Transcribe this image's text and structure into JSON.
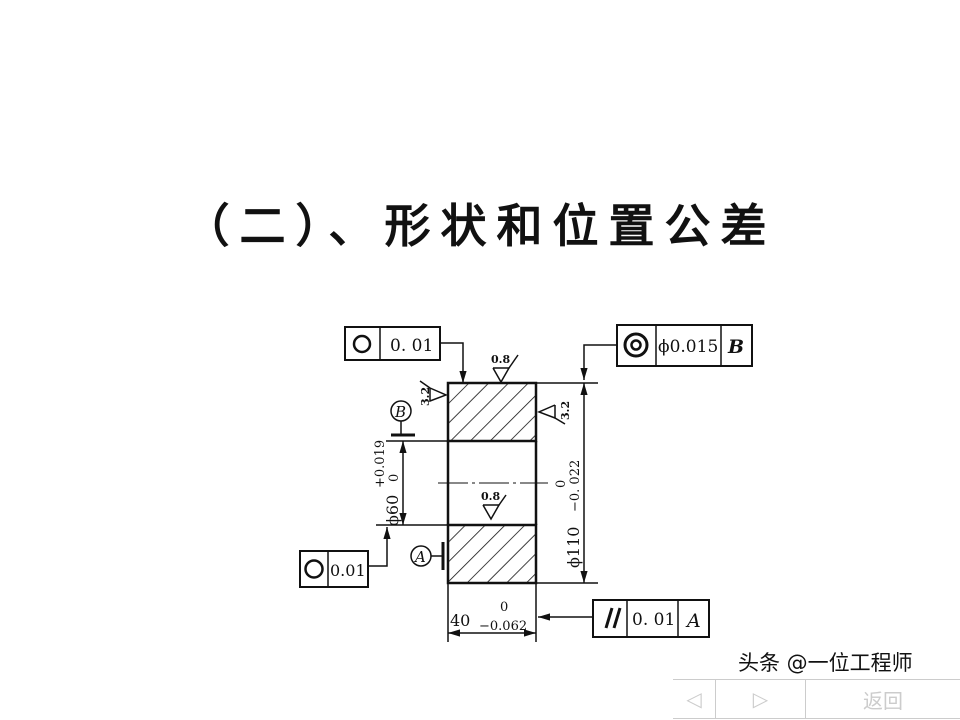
{
  "slide": {
    "title": "（二）、形状和位置公差"
  },
  "drawing": {
    "fcf_top_left": {
      "symbol": "circularity",
      "tolerance": "0. 01"
    },
    "fcf_top_right": {
      "symbol": "concentricity",
      "tolerance": "ϕ0.015",
      "datum": "B"
    },
    "fcf_bottom_left": {
      "symbol": "circularity",
      "tolerance": "0.01"
    },
    "fcf_bottom_right": {
      "symbol": "parallelism",
      "tolerance": "0. 01",
      "datum": "A"
    },
    "datum_a": "A",
    "datum_b": "B",
    "roughness_top": "0.8",
    "roughness_bore": "0.8",
    "roughness_left": "3.2",
    "roughness_right": "3.2",
    "dim_bore": "ϕ60",
    "dim_bore_upper": "+0.019",
    "dim_bore_lower": "0",
    "dim_outer": "ϕ110",
    "dim_outer_upper": "0",
    "dim_outer_lower": "−0. 022",
    "dim_width": "40",
    "dim_width_upper": "0",
    "dim_width_lower": "−0.062"
  },
  "nav": {
    "prev": "◁",
    "next": "▷",
    "back": "返回"
  },
  "watermark": "头条 @一位工程师"
}
